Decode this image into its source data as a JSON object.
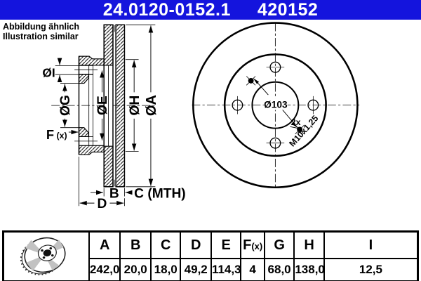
{
  "header": {
    "part_number": "24.0120-0152.1",
    "ref_number": "420152"
  },
  "note": {
    "line1": "Abbildung ähnlich",
    "line2": "Illustration similar"
  },
  "section_view": {
    "dia_i": "ØI",
    "dia_g": "ØG",
    "dia_e": "ØE",
    "dia_h": "ØH",
    "dia_a": "ØA",
    "f_label": "F",
    "f_suffix": "(x)",
    "b_label": "B",
    "c_label": "C (MTH)",
    "d_label": "D"
  },
  "front_view": {
    "center_dia": "Ø103",
    "thread_count": "2x",
    "thread_spec": "M10x1,25"
  },
  "spec_table": {
    "headers": [
      "A",
      "B",
      "C",
      "D",
      "E",
      "F",
      "G",
      "H",
      "I"
    ],
    "f_suffix": "(x)",
    "values": [
      "242,0",
      "20,0",
      "18,0",
      "49,2",
      "114,3",
      "4",
      "68,0",
      "138,0",
      "12,5"
    ]
  },
  "colors": {
    "header_bg": "#1414dd",
    "line_color": "#000000"
  }
}
